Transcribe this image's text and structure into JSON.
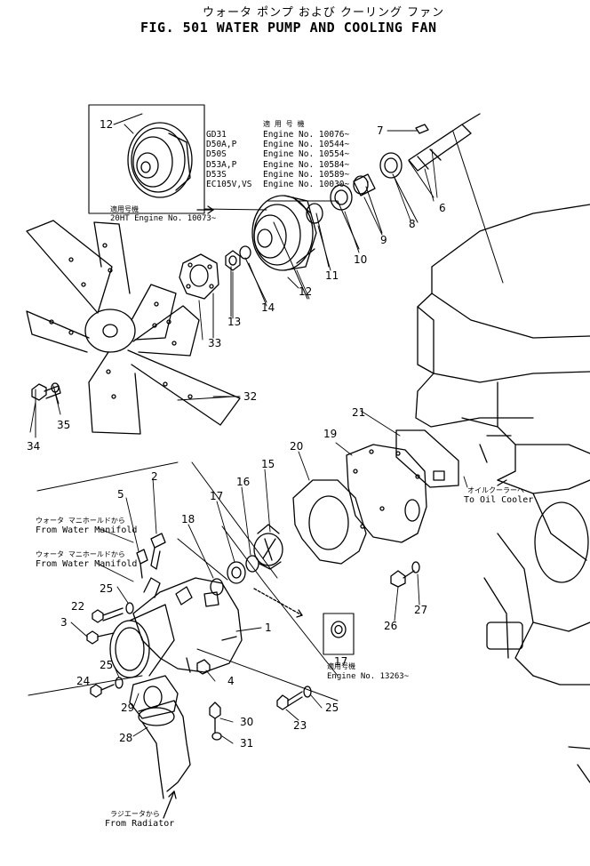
{
  "title": {
    "jp": "ウォータ ポンプ および クーリング ファン",
    "en": "FIG. 501  WATER  PUMP  AND  COOLING  FAN"
  },
  "applicability": {
    "header_jp": "適 用 号 機",
    "models": [
      "GD31",
      "D50A,P",
      "D50S",
      "D53A,P",
      "D53S",
      "EC105V,VS"
    ],
    "engines": [
      "Engine No. 10076~",
      "Engine No. 10544~",
      "Engine No. 10554~",
      "Engine No. 10584~",
      "Engine No. 10589~",
      "Engine No. 10030~"
    ],
    "note1_jp": "適用号機",
    "note1_en": "20HT  Engine  No. 10073~",
    "note2_jp": "適用号機",
    "note2_en": "Engine  No. 13263~"
  },
  "callouts": {
    "from_water_manifold_1_jp": "ウォータ マニホールドから",
    "from_water_manifold_1_en": "From Water Manifold",
    "from_water_manifold_2_jp": "ウォータ マニホールドから",
    "from_water_manifold_2_en": "From Water Manifold",
    "to_oil_cooler_jp": "オイルクーラーへ",
    "to_oil_cooler_en": "To Oil Cooler",
    "from_radiator_jp": "ラジエータから",
    "from_radiator_en": "From Radiator"
  },
  "part_numbers": [
    "1",
    "2",
    "3",
    "4",
    "5",
    "6",
    "7",
    "8",
    "9",
    "10",
    "11",
    "12",
    "12",
    "13",
    "14",
    "15",
    "16",
    "17",
    "17",
    "18",
    "19",
    "20",
    "21",
    "22",
    "23",
    "24",
    "25",
    "25",
    "25",
    "26",
    "27",
    "28",
    "29",
    "30",
    "31",
    "32",
    "33",
    "34",
    "35"
  ]
}
